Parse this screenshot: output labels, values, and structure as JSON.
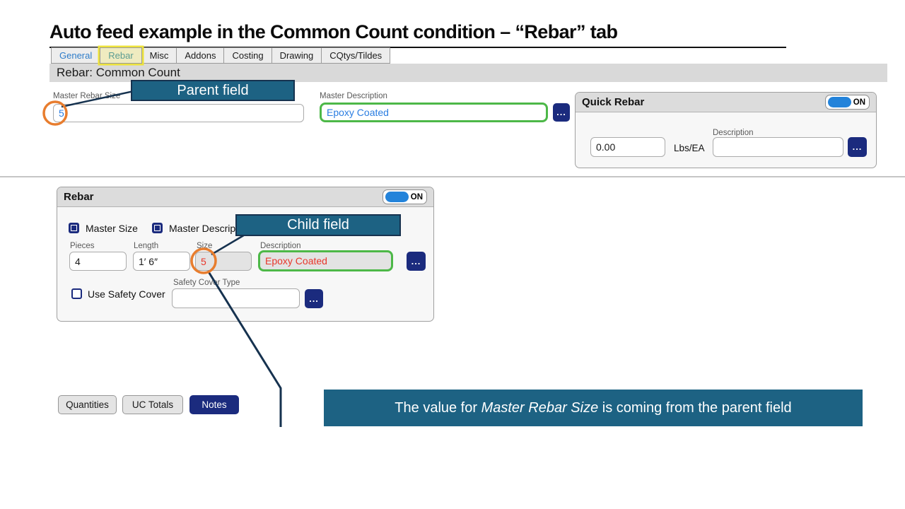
{
  "slide": {
    "title": "Auto feed example in the Common Count condition – “Rebar” tab",
    "parent_callout": "Parent field",
    "child_callout": "Child field",
    "explanation": {
      "prefix": "The value for ",
      "italic": "Master Rebar Size",
      "suffix": " is coming from the parent field"
    }
  },
  "tabs": [
    {
      "label": "General"
    },
    {
      "label": "Rebar",
      "highlighted": true
    },
    {
      "label": "Misc"
    },
    {
      "label": "Addons"
    },
    {
      "label": "Costing"
    },
    {
      "label": "Drawing"
    },
    {
      "label": "CQtys/Tildes"
    }
  ],
  "section_header": "Rebar: Common Count",
  "parent_section": {
    "master_rebar_size": {
      "label": "Master Rebar Size",
      "value": "5"
    },
    "master_description": {
      "label": "Master Description",
      "value": "Epoxy Coated"
    },
    "browse_button": "..."
  },
  "quick_rebar": {
    "title": "Quick Rebar",
    "toggle_state": "ON",
    "lbs_value": "0.00",
    "lbs_unit": "Lbs/EA",
    "description_label": "Description",
    "description_value": "",
    "browse_button": "..."
  },
  "rebar_panel": {
    "title": "Rebar",
    "toggle_state": "ON",
    "master_size_checkbox": "Master Size",
    "master_description_checkbox": "Master Description",
    "pieces": {
      "label": "Pieces",
      "value": "4"
    },
    "length": {
      "label": "Length",
      "value": "1′ 6″"
    },
    "size": {
      "label": "Size",
      "value": "5"
    },
    "description": {
      "label": "Description",
      "value": "Epoxy Coated"
    },
    "browse_button": "...",
    "safety": {
      "checkbox_label": "Use Safety Cover",
      "type_label": "Safety Cover Type",
      "type_value": "",
      "browse_button": "..."
    }
  },
  "footer_buttons": [
    {
      "label": "Quantities"
    },
    {
      "label": "UC Totals"
    },
    {
      "label": "Notes"
    }
  ],
  "colors": {
    "callout_bg": "#1D6283",
    "callout_border": "#16324F",
    "annotation_line": "#16324F",
    "navy_button": "#1B2B7E",
    "toggle_blue": "#2383DA",
    "field_text_blue": "#2A7DE1",
    "field_text_red": "#E8362A",
    "green_field_border": "#4DB848",
    "orange_circle": "#E87D2E",
    "tab_rebar_text": "#5C9D92",
    "tab_general_text": "#2E7CC9",
    "highlight_yellow": "#EDE23B",
    "header_gray": "#D9D9D9"
  }
}
